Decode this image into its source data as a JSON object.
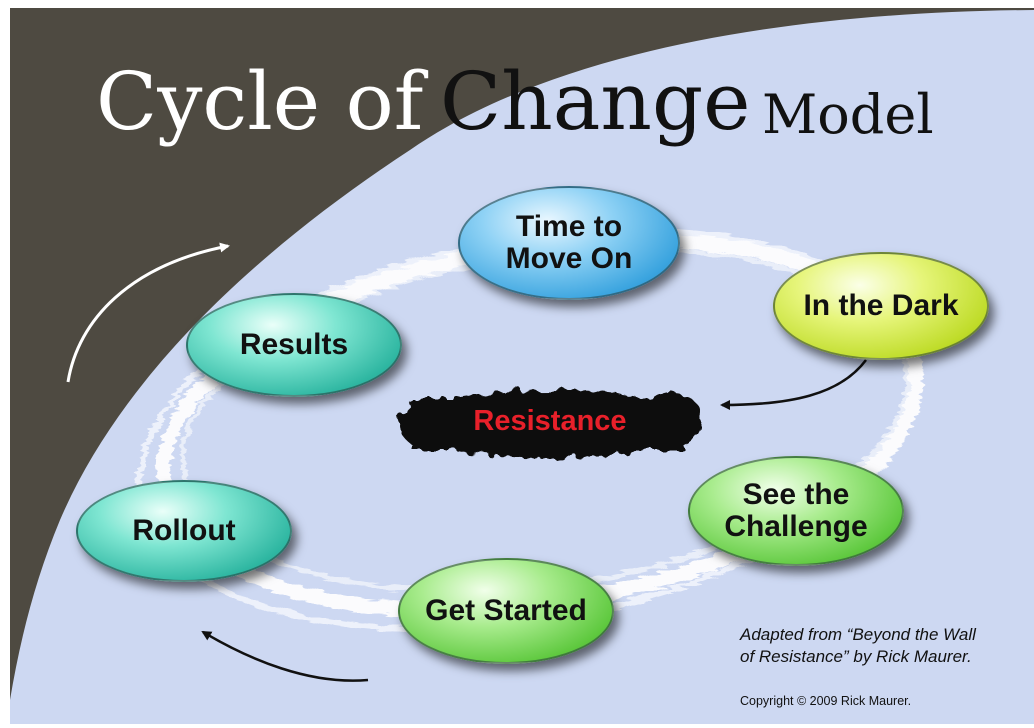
{
  "title": {
    "part1": "Cycle of",
    "part2": "Change",
    "part3": "Model"
  },
  "stages": {
    "time_to_move_on": {
      "line1": "Time to",
      "line2": "Move On",
      "color": "#3aa4df"
    },
    "in_the_dark": {
      "line1": "In the Dark",
      "color": "#bfdc29"
    },
    "see_the_challenge": {
      "line1": "See the",
      "line2": "Challenge",
      "color": "#5fc93f"
    },
    "get_started": {
      "line1": "Get Started",
      "color": "#5fc93f"
    },
    "rollout": {
      "line1": "Rollout",
      "color": "#2fb7a2"
    },
    "results": {
      "line1": "Results",
      "color": "#2fb7a2"
    }
  },
  "center": {
    "label": "Resistance",
    "label_color": "#e8202a",
    "scribble_color": "#111111"
  },
  "attribution": "Adapted from “Beyond the Wall\nof Resistance” by Rick Maurer.",
  "copyright": "Copyright © 2009 Rick Maurer.",
  "colors": {
    "background": "#cdd8f2",
    "dark_swoosh": "#4e4a41",
    "loop_stroke": "#ffffff"
  }
}
